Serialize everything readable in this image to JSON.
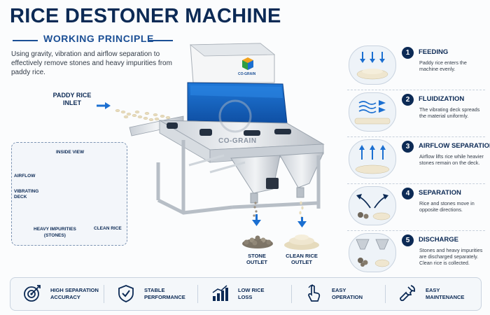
{
  "title": "RICE DESTONER MACHINE",
  "subtitle": "WORKING PRINCIPLE",
  "intro": "Using gravity, vibration and airflow separation to effectively remove stones and heavy impurities from paddy rice.",
  "labels": {
    "inlet_line1": "PADDY RICE",
    "inlet_line2": "INLET",
    "inside_view": "INSIDE VIEW",
    "airflow": "AIRFLOW",
    "vibrating_line1": "VIBRATING",
    "vibrating_line2": "DECK",
    "heavy_line1": "HEAVY IMPURITIES",
    "heavy_line2": "(STONES)",
    "clean_rice": "CLEAN RICE",
    "stone_outlet_line1": "STONE",
    "stone_outlet_line2": "OUTLET",
    "clean_outlet_line1": "CLEAN RICE",
    "clean_outlet_line2": "OUTLET",
    "brand": "CO-GRAIN",
    "logo_text": "CO-GRAIN"
  },
  "steps": [
    {
      "num": "1",
      "title": "FEEDING",
      "desc": "Paddy rice enters the machine evenly.",
      "icon": "feeding-icon"
    },
    {
      "num": "2",
      "title": "FLUIDIZATION",
      "desc": "The vibrating deck spreads the material uniformly.",
      "icon": "fluidization-icon"
    },
    {
      "num": "3",
      "title": "AIRFLOW SEPARATION",
      "desc": "Airflow lifts rice while heavier stones remain on the deck.",
      "icon": "airflow-icon"
    },
    {
      "num": "4",
      "title": "SEPARATION",
      "desc": "Rice and stones move in opposite directions.",
      "icon": "separation-icon"
    },
    {
      "num": "5",
      "title": "DISCHARGE",
      "desc": "Stones and heavy impurities are discharged separately. Clean rice is collected.",
      "icon": "discharge-icon"
    }
  ],
  "features": [
    {
      "line1": "HIGH SEPARATION",
      "line2": "ACCURACY",
      "icon": "target-icon"
    },
    {
      "line1": "STABLE",
      "line2": "PERFORMANCE",
      "icon": "shield-check-icon"
    },
    {
      "line1": "LOW RICE",
      "line2": "LOSS",
      "icon": "bar-chart-icon"
    },
    {
      "line1": "EASY",
      "line2": "OPERATION",
      "icon": "hand-pointer-icon"
    },
    {
      "line1": "EASY",
      "line2": "MAINTENANCE",
      "icon": "wrench-icon"
    }
  ],
  "colors": {
    "navy": "#0c2a55",
    "accent_blue": "#1b6fd1",
    "machine_blue": "#1565c0",
    "rice": "#efe6cf"
  }
}
